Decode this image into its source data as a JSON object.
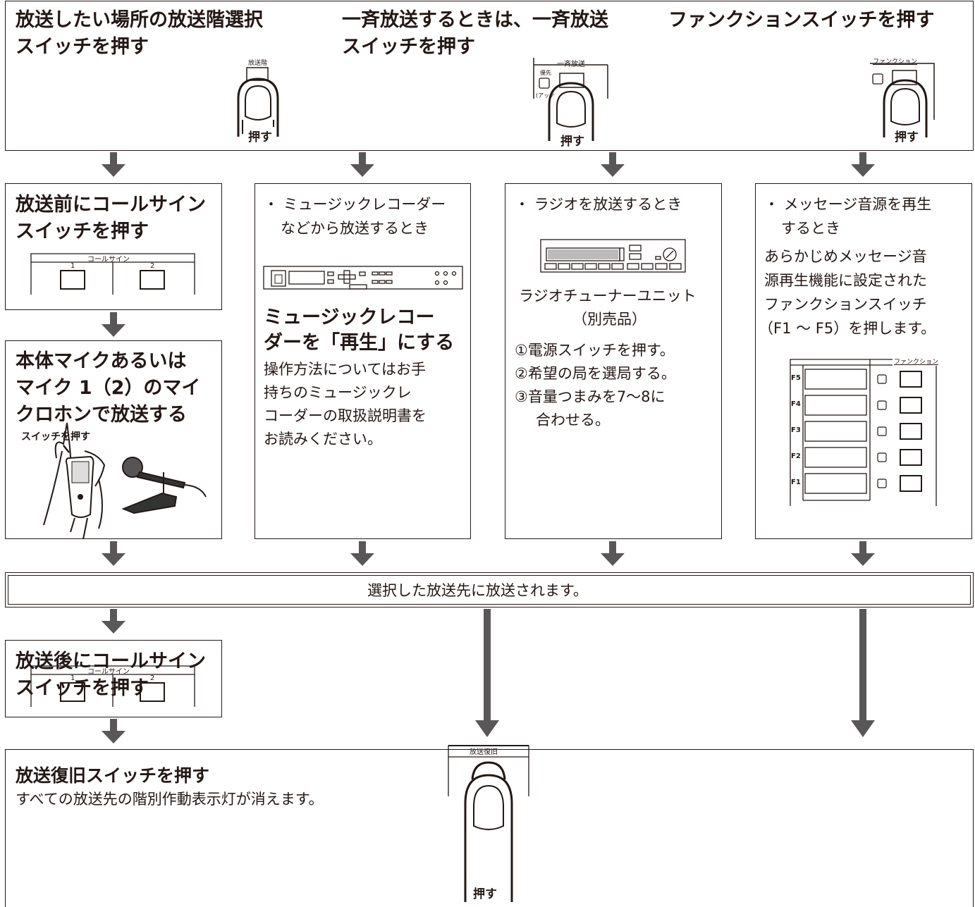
{
  "top": {
    "col1": {
      "l1": "放送したい場所の放送階選択",
      "l2": "スイッチを押す",
      "btn_label": "放送階",
      "press": "押す"
    },
    "col2": {
      "l1": "一斉放送するときは、一斉放送",
      "l2": "スイッチを押す",
      "panel_label": "一斉放送",
      "led_label": "優先",
      "paren": "(アッテ",
      "press": "押す"
    },
    "col3": {
      "l1": "ファンクションスイッチを押す",
      "panel_label": "ファンクション",
      "press": "押す"
    }
  },
  "callsign_before": {
    "l1": "放送前にコールサイン",
    "l2": "スイッチを押す",
    "panel_label": "コールサイン",
    "btn1": "1",
    "btn2": "2"
  },
  "mic": {
    "l1": "本体マイクあるいは",
    "l2": "マイク 1（2）のマイ",
    "l3": "クロホンで放送する",
    "note": "スイッチを押す"
  },
  "recorder": {
    "bullet1": "・ ミュージックレコーダー",
    "bullet2": "などから放送するとき",
    "h1": "ミュージックレコー",
    "h2": "ダーを「再生」にする",
    "p1": "操作方法についてはお手",
    "p2": "持ちのミュージックレ",
    "p3": "コーダーの取扱説明書を",
    "p4": "お読みください。"
  },
  "radio": {
    "bullet": "・ ラジオを放送するとき",
    "caption1": "ラジオチューナーユニット",
    "caption2": "（別売品）",
    "step1": "①電源スイッチを押す。",
    "step2": "②希望の局を選局する。",
    "step3": "③音量つまみを7〜8に",
    "step3b": "合わせる。"
  },
  "message": {
    "bullet1": "・ メッセージ音源を再生",
    "bullet2": "するとき",
    "p1": "あらかじめメッセージ音",
    "p2": "源再生機能に設定された",
    "p3": "ファンクションスイッチ",
    "p4": "（F1 〜 F5）を押します。",
    "panel_label": "ファンクション",
    "keys": [
      "F5",
      "F4",
      "F3",
      "F2",
      "F1"
    ]
  },
  "broadcast_banner": "選択した放送先に放送されます。",
  "callsign_after": {
    "l1": "放送後にコールサイン",
    "l2": "スイッチを押す",
    "panel_label": "コールサイン",
    "btn1": "1",
    "btn2": "2"
  },
  "reset": {
    "title": "放送復旧スイッチを押す",
    "desc": "すべての放送先の階別作動表示灯が消えます。",
    "panel_label": "放送復旧",
    "press": "押す"
  },
  "colors": {
    "line": "#231815",
    "arrow": "#595757"
  }
}
